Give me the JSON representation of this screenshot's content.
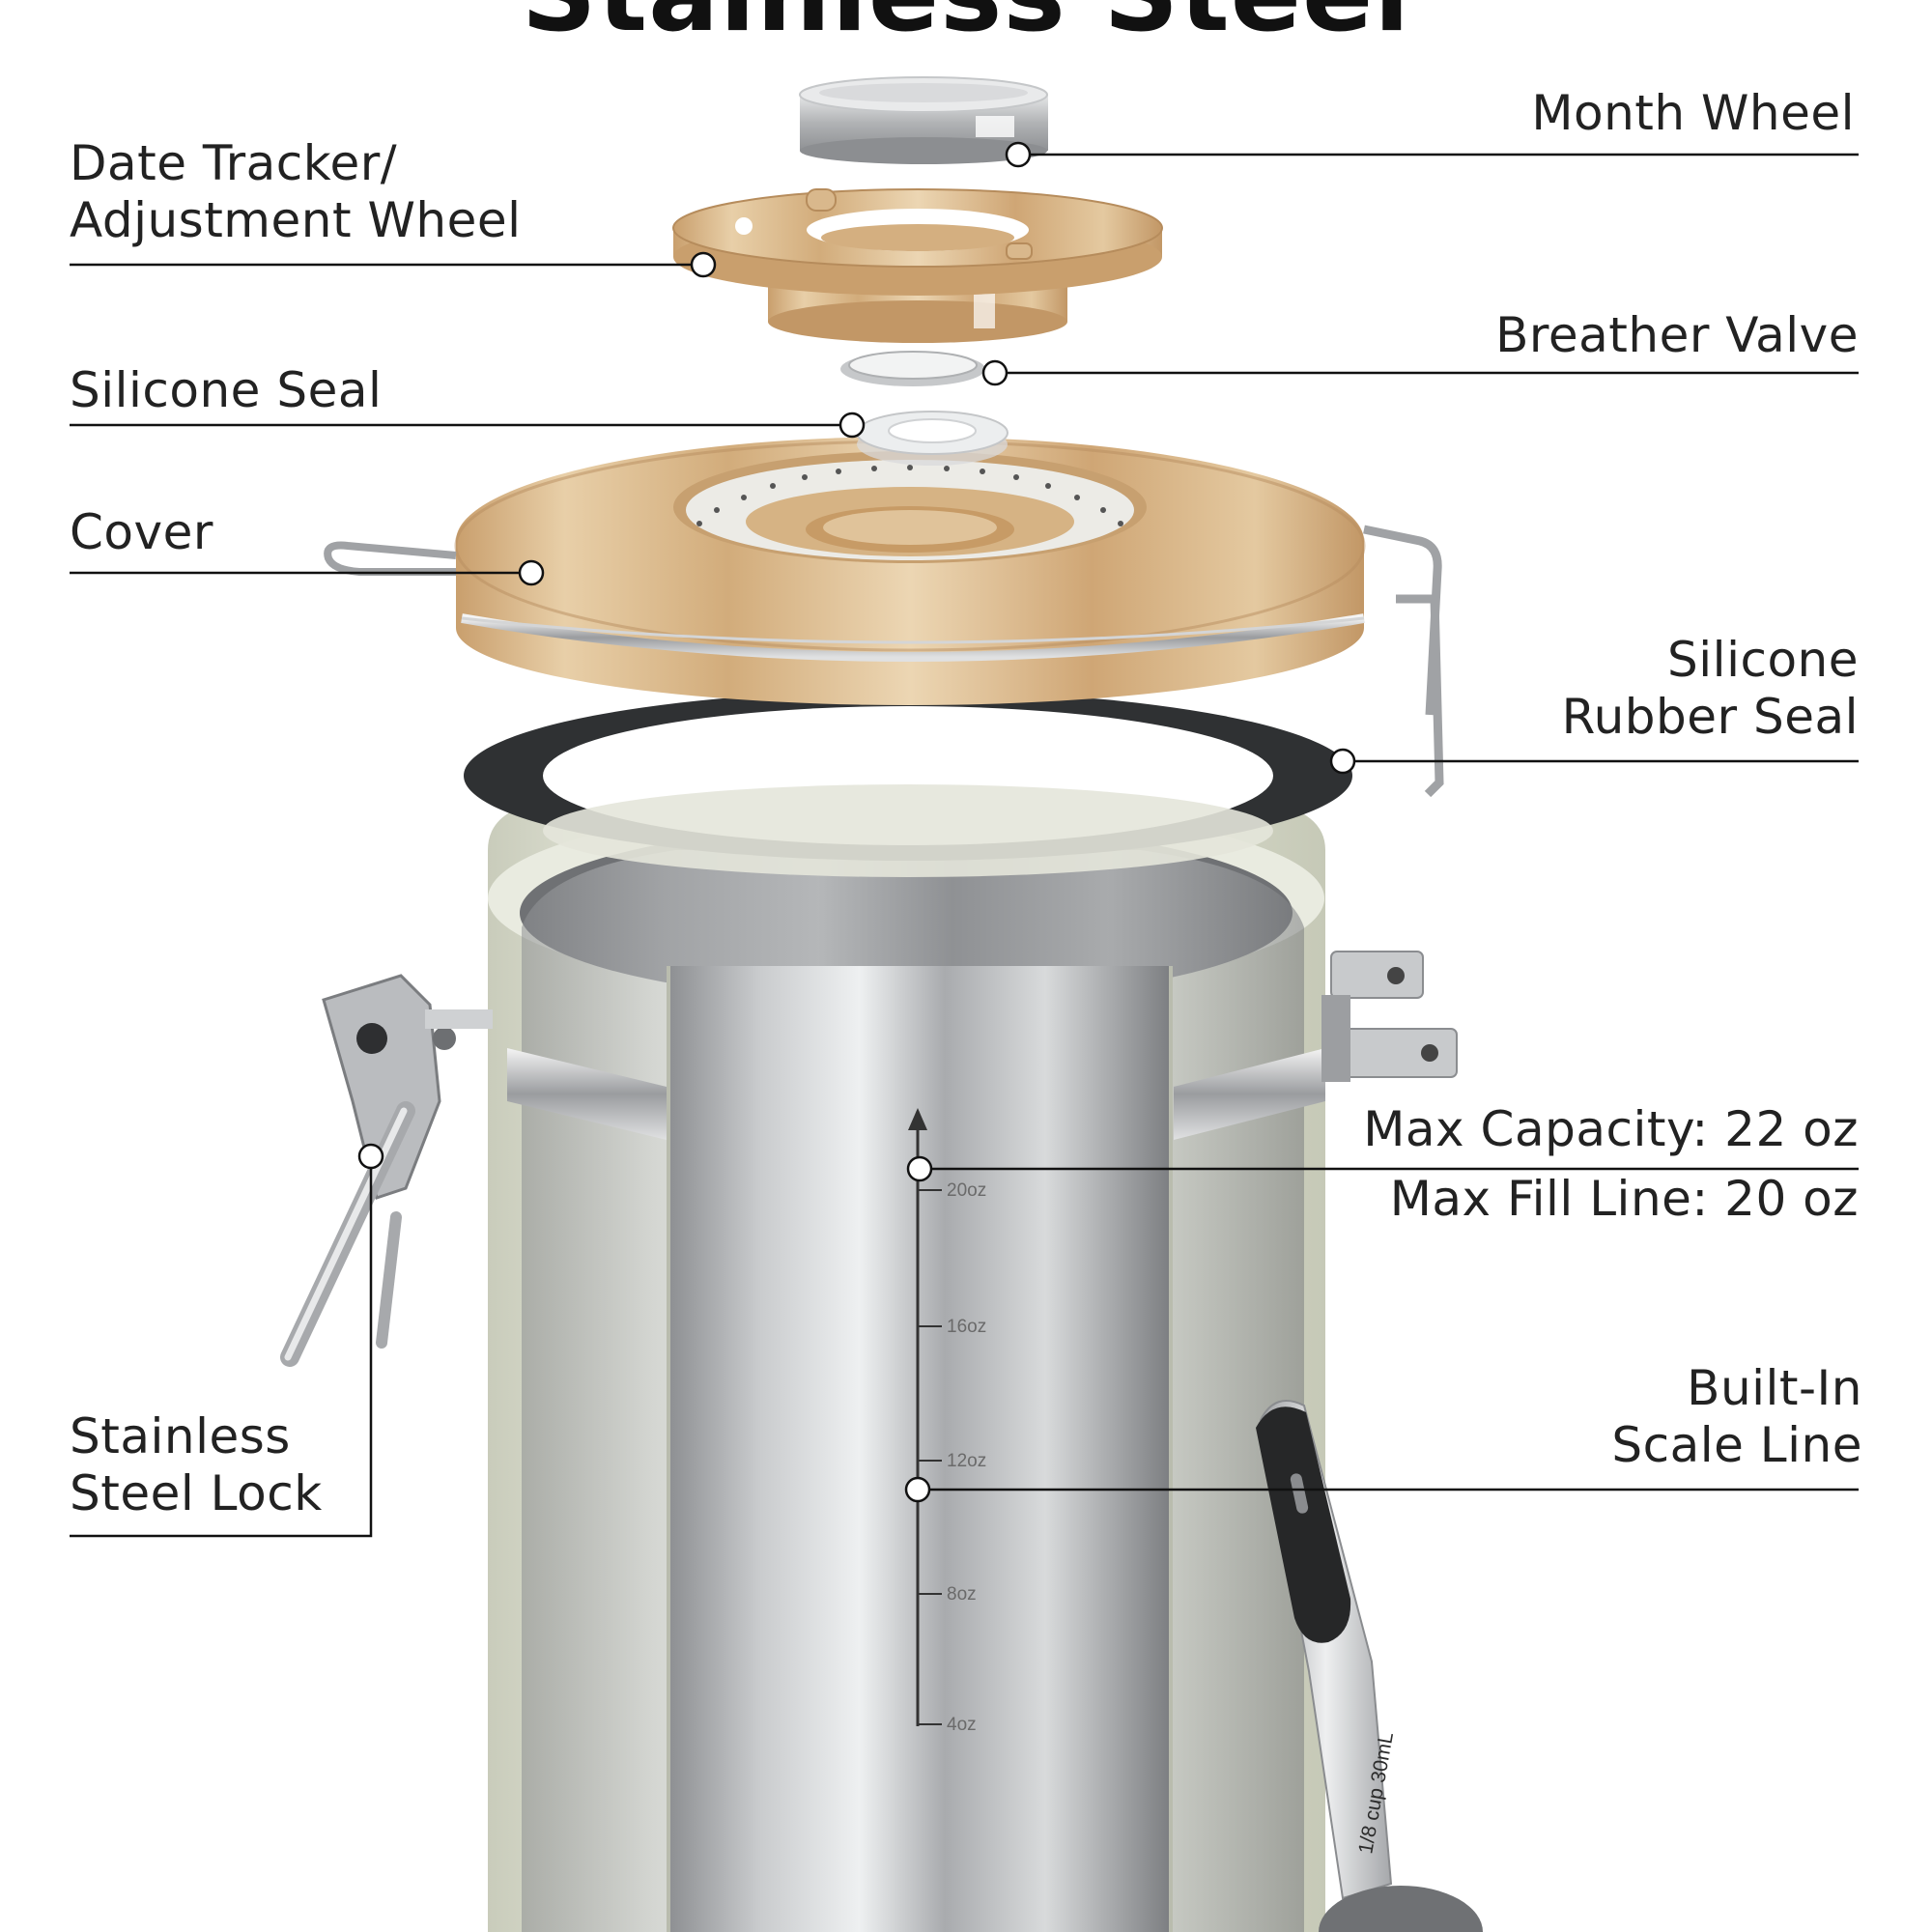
{
  "title": "Stainless Steel",
  "labels": {
    "month_wheel": "Month Wheel",
    "date_tracker_line1": "Date Tracker/",
    "date_tracker_line2": "Adjustment Wheel",
    "breather_valve": "Breather Valve",
    "silicone_seal": "Silicone Seal",
    "cover": "Cover",
    "rubber_seal_line1": "Silicone",
    "rubber_seal_line2": "Rubber Seal",
    "max_capacity": "Max Capacity: 22 oz",
    "max_fill": "Max Fill Line: 20 oz",
    "scale_line1": "Built-In",
    "scale_line2": "Scale Line",
    "lock_line1": "Stainless",
    "lock_line2": "Steel Lock"
  },
  "scale_ticks": [
    "20oz",
    "16oz",
    "12oz",
    "8oz",
    "4oz"
  ],
  "spoon_text": "1/8 cup 30mL",
  "colors": {
    "canister_body": "#dcdfd0",
    "bamboo": "#d9b88c",
    "steel": "#b4b6b8",
    "rubber_seal": "#2f3133",
    "leader_line": "#111111"
  }
}
